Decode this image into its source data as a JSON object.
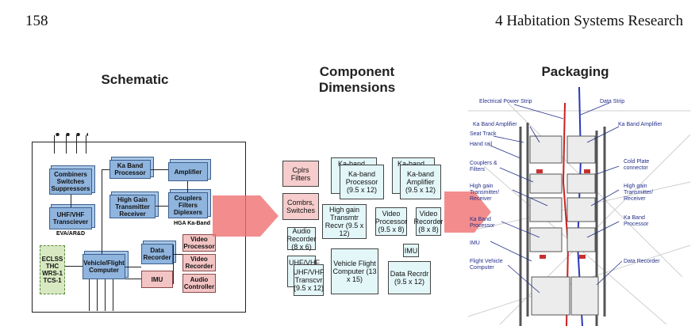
{
  "header": {
    "page_number": "158",
    "chapter": "4   Habitation Systems Research"
  },
  "panels": {
    "schematic": {
      "title": "Schematic",
      "blocks": {
        "combiners": "Combiners Switches Suppressors",
        "ka_band_processor": "Ka Band Processor",
        "amplifier": "Amplifier",
        "high_gain": "High Gain Transmitter Receiver",
        "couplers": "Couplers Filters Diplexers",
        "hga": "HGA Ka-Band",
        "uhf_vhf": "UHF/VHF Transciever",
        "eva": "EVA/AR&D",
        "eclss": "ECLSS THC WRS-1 TCS-1",
        "vehicle_flight": "Vehicle/Flight Computer",
        "data_recorder": "Data Recorder",
        "video_processor": "Video Processor",
        "video_recorder": "Video Recorder",
        "imu": "IMU",
        "audio_controller": "Audio Controller"
      }
    },
    "dimensions": {
      "title_line1": "Component",
      "title_line2": "Dimensions",
      "blocks": {
        "cplrs_filters": "Cplrs Filters",
        "ka_band_1": "Ka-band",
        "ka_band_processor": "Ka-band Processor (9.5 x 12)",
        "ka_band_2": "Ka-band",
        "ka_band_amplifier": "Ka-band Amplifier (9.5 x 12)",
        "combrs_switches": "Combrs, Switches",
        "high_gain": "High gain Transmtr Recvr (9.5 x 12)",
        "video_processor": "Video Processor (9.5 x 8)",
        "video_recorder": "Video Recorder (8 x 8)",
        "audio_recorder": "Audio Recorder (8 x 6)",
        "imu": "IMU",
        "uhf_back": "UHF/VHF Tr (9",
        "uhf_front": "UHF/VHF Transcvr (9.5 x 12)",
        "vehicle_flight": "Vehicle Flight Computer (13 x 15)",
        "data_recorder": "Data Recrdr (9.5 x 12)"
      }
    },
    "packaging": {
      "title": "Packaging",
      "labels": {
        "power_strip": "Electrical Power Strip",
        "data_strip": "Data Strip",
        "ka_amp_left": "Ka Band Amplifier",
        "ka_amp_right": "Ka Band Amplifier",
        "seat_track": "Seat Track",
        "hand_rail": "Hand rail",
        "couplers": "Couplers & Filters",
        "cold_plate": "Cold Plate connector",
        "high_gain_left": "High gain Transmitter/ Receiver",
        "high_gain_right": "High gain Transmitter/ Receiver",
        "ka_proc_left": "Ka Band Processor",
        "ka_proc_right": "Ka Band Processor",
        "imu": "IMU",
        "flight_vehicle": "Flight Vehicle Computer",
        "data_recorder": "Data Recorder"
      }
    }
  }
}
